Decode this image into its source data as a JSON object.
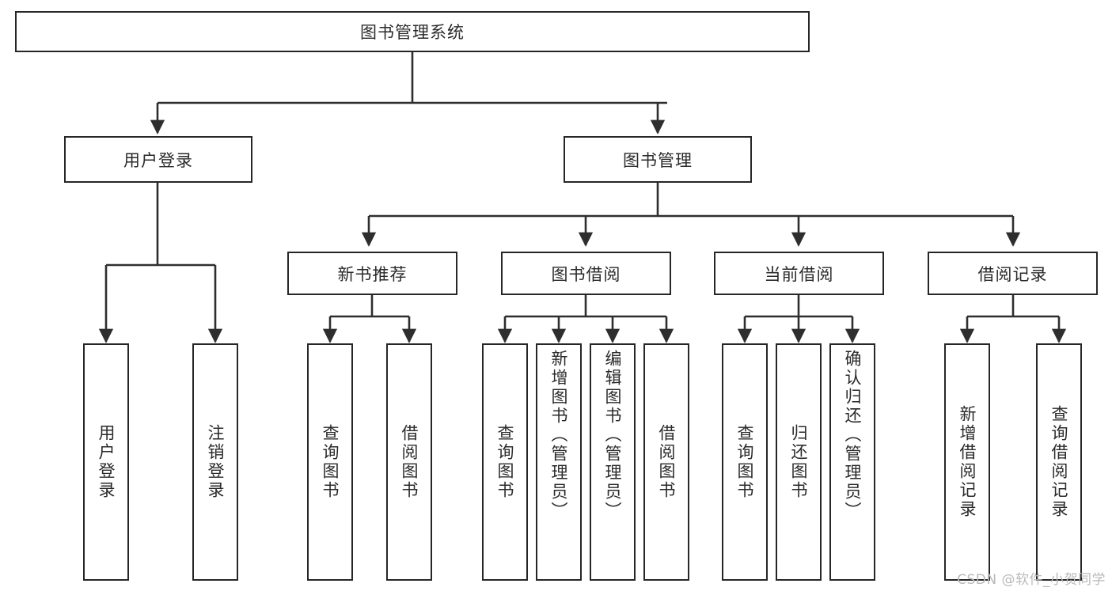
{
  "diagram": {
    "title": "图书管理系统",
    "type": "tree-hierarchy-diagram",
    "root": {
      "label": "图书管理系统"
    },
    "level2": [
      {
        "label": "用户登录"
      },
      {
        "label": "图书管理"
      }
    ],
    "level3": [
      {
        "label": "新书推荐"
      },
      {
        "label": "图书借阅"
      },
      {
        "label": "当前借阅"
      },
      {
        "label": "借阅记录"
      }
    ],
    "leaves": {
      "user_login": [
        {
          "label": "用户登录"
        },
        {
          "label": "注销登录"
        }
      ],
      "new_book_recommend": [
        {
          "label": "查询图书"
        },
        {
          "label": "借阅图书"
        }
      ],
      "book_borrow": [
        {
          "label": "查询图书"
        },
        {
          "label": "新增图书（管理员）"
        },
        {
          "label": "编辑图书（管理员）"
        },
        {
          "label": "借阅图书"
        }
      ],
      "current_borrow": [
        {
          "label": "查询图书"
        },
        {
          "label": "归还图书"
        },
        {
          "label": "确认归还（管理员）"
        }
      ],
      "borrow_record": [
        {
          "label": "新增借阅记录"
        },
        {
          "label": "查询借阅记录"
        }
      ]
    }
  },
  "watermark": {
    "text": "CSDN @软件_小贺同学"
  },
  "colors": {
    "stroke": "#262626",
    "text": "#2a2a2a",
    "background": "#ffffff",
    "watermark": "#b9b9b9"
  }
}
